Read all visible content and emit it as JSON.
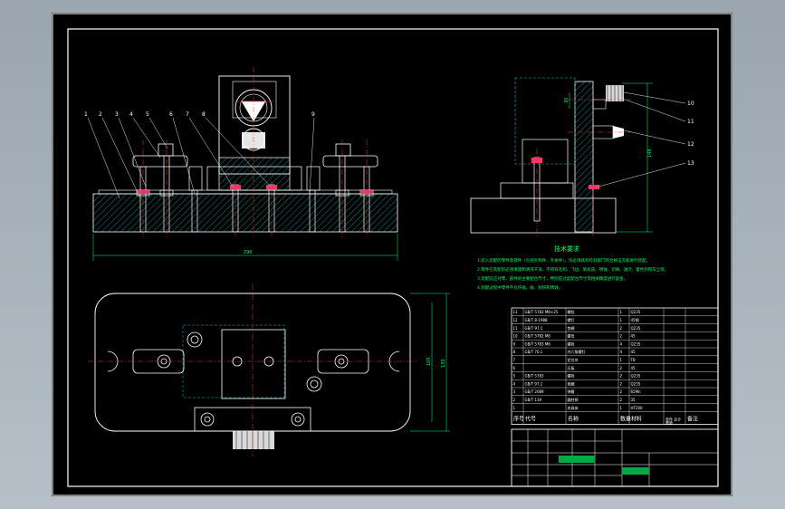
{
  "drawing": {
    "part_callouts_front": [
      "1",
      "2",
      "3",
      "4",
      "5",
      "6",
      "7",
      "8",
      "9"
    ],
    "part_callouts_side": [
      "10",
      "11",
      "12",
      "13"
    ],
    "dimensions": {
      "front_width": "290",
      "side_height": "148",
      "top_height_inner": "105",
      "top_height_outer": "130",
      "side_small": "30"
    },
    "tech_requirements": {
      "title": "技术要求",
      "lines": [
        "1.装入装配的零件及部件（包括外购件、外协件），均必须具有检验部门的合格证方能进行装配。",
        "2.零件在装配前必须清理和清洗干净，不得有毛刺、飞边、氧化皮、锈蚀、切屑、油污、着色剂和灰尘等。",
        "3.装配前应对零、部件的主要配合尺寸，特别是过盈配合尺寸及相关精度进行复查。",
        "4.装配过程中零件不允许磕、碰、划伤和锈蚀。"
      ]
    },
    "bom": {
      "rows": [
        {
          "no": "13",
          "code": "GB/T 5783 M8×25",
          "name": "螺栓",
          "qty": "1",
          "material": "Q235",
          "note": ""
        },
        {
          "no": "12",
          "code": "GB/T 8-1988",
          "name": "螺钉",
          "qty": "1",
          "material": "45钢",
          "note": ""
        },
        {
          "no": "11",
          "code": "GB/T 97.1",
          "name": "垫圈",
          "qty": "2",
          "material": "Q235",
          "note": ""
        },
        {
          "no": "10",
          "code": "GB/T 5782 M8",
          "name": "螺母",
          "qty": "2",
          "material": "45",
          "note": ""
        },
        {
          "no": "9",
          "code": "GB/T 5783 M6",
          "name": "螺栓",
          "qty": "4",
          "material": "Q235",
          "note": ""
        },
        {
          "no": "8",
          "code": "GB/T 70.1",
          "name": "内六角螺钉",
          "qty": "4",
          "material": "45",
          "note": ""
        },
        {
          "no": "7",
          "code": "",
          "name": "定位块",
          "qty": "1",
          "material": "T8",
          "note": ""
        },
        {
          "no": "6",
          "code": "",
          "name": "压板",
          "qty": "2",
          "material": "45",
          "note": ""
        },
        {
          "no": "5",
          "code": "GB/T 5783",
          "name": "螺栓",
          "qty": "2",
          "material": "Q235",
          "note": ""
        },
        {
          "no": "4",
          "code": "GB/T 97.1",
          "name": "垫圈",
          "qty": "2",
          "material": "Q235",
          "note": ""
        },
        {
          "no": "3",
          "code": "GB/T 2089",
          "name": "弹簧",
          "qty": "2",
          "material": "65Mn",
          "note": ""
        },
        {
          "no": "2",
          "code": "GB/T 119",
          "name": "圆柱销",
          "qty": "2",
          "material": "35",
          "note": ""
        },
        {
          "no": "1",
          "code": "",
          "name": "夹具体",
          "qty": "1",
          "material": "HT200",
          "note": ""
        }
      ],
      "headers": {
        "no": "序号",
        "code": "代号",
        "name": "名称",
        "qty": "数量",
        "material": "材料",
        "weight": "单件 总计",
        "weight_sub": "重量",
        "note": "备注"
      }
    }
  }
}
